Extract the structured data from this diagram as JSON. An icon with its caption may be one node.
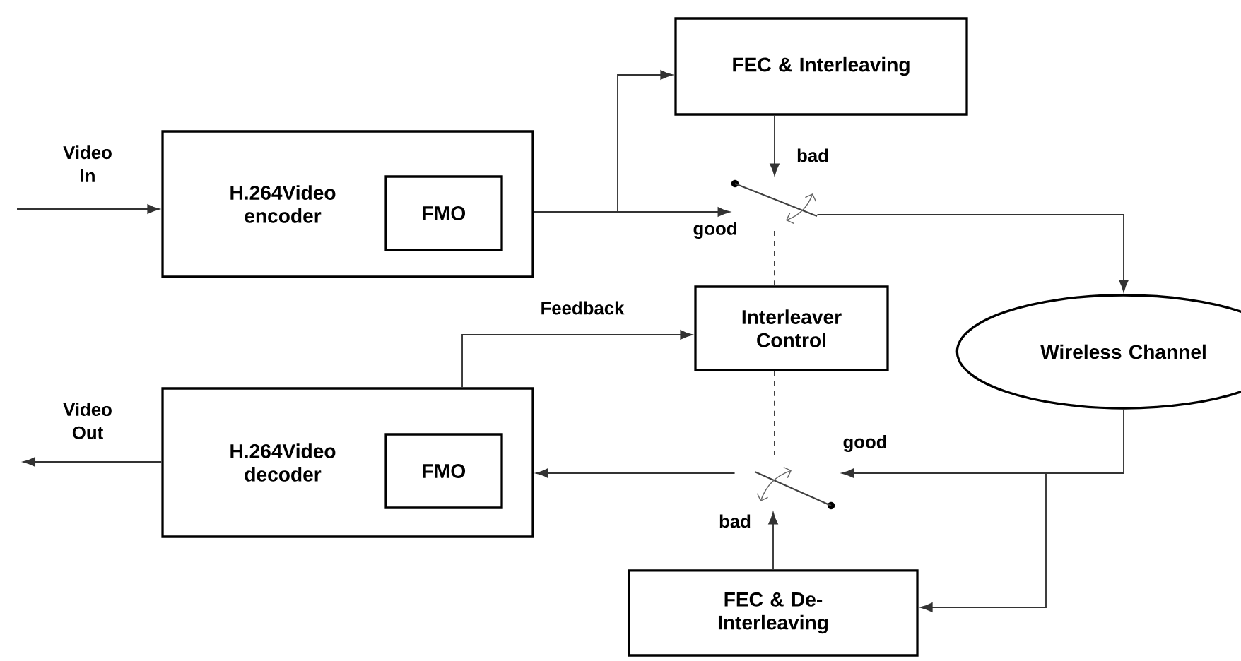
{
  "diagram": {
    "nodes": [
      {
        "text": [
          "H.264Video encoder"
        ]
      },
      {
        "text": [
          "FMO"
        ],
        "in": 0
      },
      {
        "text": [
          "FEC & Interleaving"
        ]
      },
      {
        "text": [],
        "shape": "switch"
      },
      {
        "text": [
          "Interleaver Control"
        ]
      },
      {
        "text": [
          "Wireless Channel"
        ]
      },
      {
        "text": [
          "H.264Video decoder"
        ]
      },
      {
        "text": [
          "FMO"
        ],
        "in": 6
      },
      {
        "text": [],
        "shape": "switch"
      },
      {
        "text": [
          "FEC & De-Interleaving"
        ]
      }
    ],
    "edges": [
      {
        "from": null,
        "to": 0,
        "arrow": "to"
      },
      {
        "from": 0,
        "to": 3,
        "arrow": "to",
        "label": "good"
      },
      {
        "from": 0,
        "to": 2,
        "arrow": "to"
      },
      {
        "from": 2,
        "to": 3,
        "arrow": "to",
        "label": "bad"
      },
      {
        "from": 3,
        "to": 5,
        "arrow": "to"
      },
      {
        "from": 4,
        "to": 3,
        "arrow": "none",
        "style": "dashed"
      },
      {
        "from": 6,
        "to": 4,
        "arrow": "to",
        "label": "Feedback"
      },
      {
        "from": 5,
        "to": 8,
        "arrow": "to",
        "label": "good"
      },
      {
        "from": 5,
        "to": 9,
        "arrow": "to"
      },
      {
        "from": 9,
        "to": 8,
        "arrow": "to",
        "label": "bad"
      },
      {
        "from": 8,
        "to": 6,
        "arrow": "to"
      },
      {
        "from": 4,
        "to": 8,
        "arrow": "none",
        "style": "dashed"
      },
      {
        "from": 6,
        "to": null,
        "arrow": "to"
      }
    ],
    "labels": [
      "Video In",
      "Video Out"
    ]
  }
}
